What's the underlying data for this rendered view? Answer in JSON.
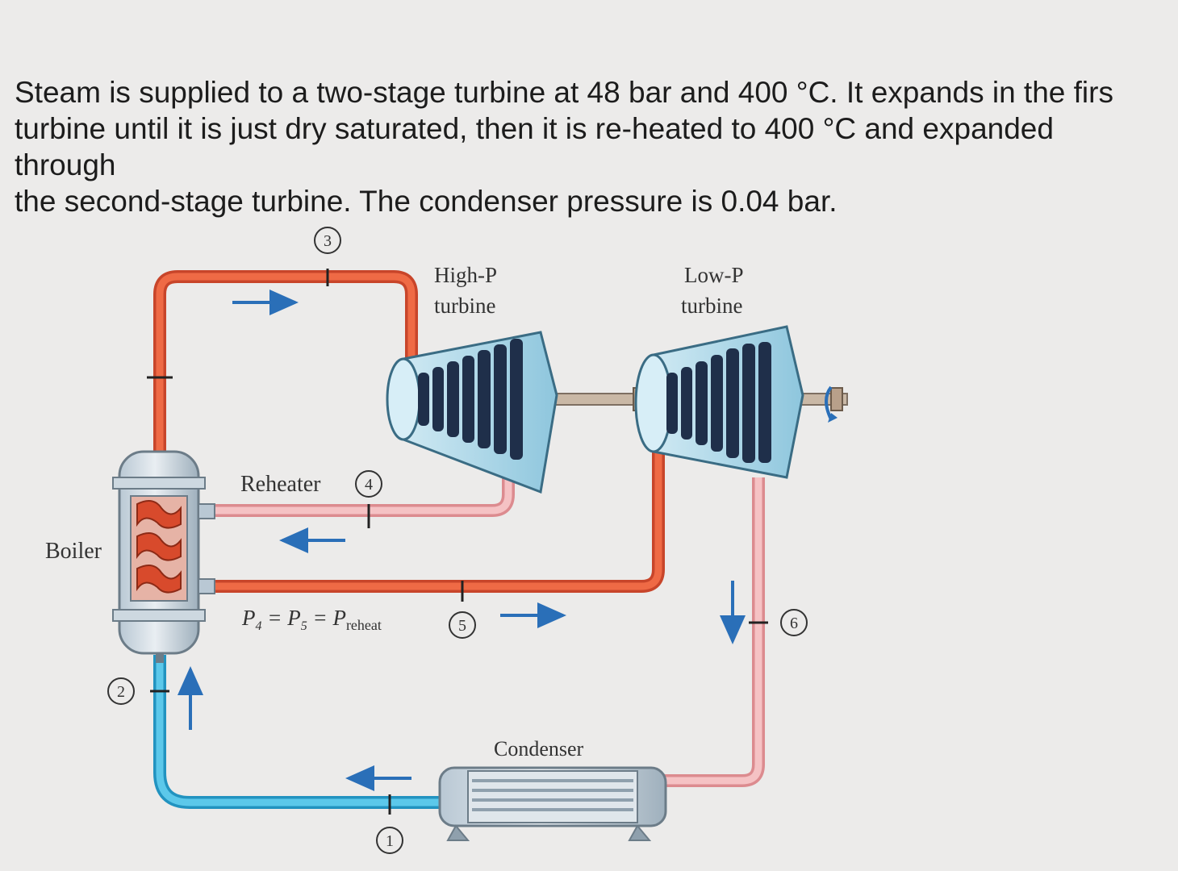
{
  "problem_text": {
    "line1": "Steam is supplied to a two-stage turbine at 48 bar and 400 °C. It expands in the firs",
    "line2": "turbine until it is just dry saturated, then it is re-heated to 400 °C and expanded",
    "line3": "through",
    "line4": "the second-stage turbine. The condenser pressure is 0.04 bar."
  },
  "diagram": {
    "labels": {
      "hp_turbine_line1": "High-P",
      "hp_turbine_line2": "turbine",
      "lp_turbine_line1": "Low-P",
      "lp_turbine_line2": "turbine",
      "reheater": "Reheater",
      "boiler": "Boiler",
      "condenser": "Condenser",
      "pressure_relation_p4": "P",
      "pressure_relation_sub4": "4",
      "pressure_relation_eq1": " = P",
      "pressure_relation_sub5": "5",
      "pressure_relation_eq2": " = P",
      "pressure_relation_sub_reheat": "reheat"
    },
    "state_points": [
      "1",
      "2",
      "3",
      "4",
      "5",
      "6"
    ],
    "colors": {
      "superheated_steam": "#e8502c",
      "exhaust_steam": "#f0a9aa",
      "liquid_water": "#3cb3dd",
      "turbine_casing": "#a9d6e8",
      "arrow": "#2a6fb8"
    }
  }
}
